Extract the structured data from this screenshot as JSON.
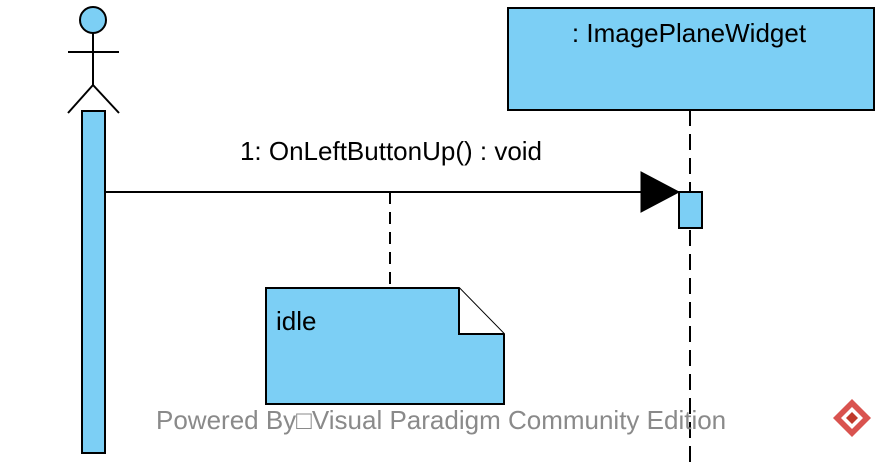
{
  "diagram": {
    "lifeline_object": {
      "label": ": ImagePlaneWidget"
    },
    "message": {
      "label": "1: OnLeftButtonUp() : void"
    },
    "note": {
      "text": "idle"
    },
    "colors": {
      "fill": "#7ccff5",
      "stroke": "#000000"
    }
  },
  "watermark": {
    "text": "Powered By□Visual Paradigm Community Edition",
    "logo_icon": "visual-paradigm-logo-icon"
  }
}
